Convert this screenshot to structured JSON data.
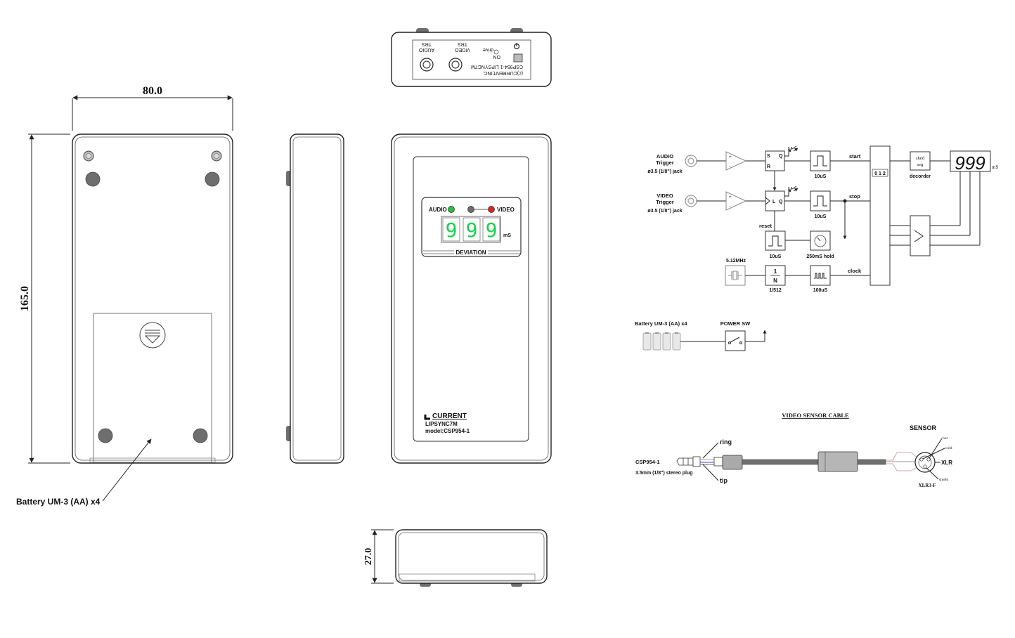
{
  "dimensions": {
    "width": "80.0",
    "height": "165.0",
    "depth": "27.0"
  },
  "callouts": {
    "battery": "Battery UM-3 (AA) x4"
  },
  "top_panel": {
    "copyright": "(c)CURRENT,INC.",
    "model": "CSP954-1 LIPSYNC7M",
    "on": "ON",
    "drive": "drive",
    "video_jack": [
      "VIDEO",
      "TRS"
    ],
    "audio_jack": [
      "AUDIO",
      "TRS"
    ]
  },
  "front_panel": {
    "audio_label": "AUDIO",
    "video_label": "VIDEO",
    "display": [
      "9",
      "9",
      "9"
    ],
    "unit": "mS",
    "deviation": "DEVIATION",
    "brand": "CURRENT",
    "product": "LIPSYNC7M",
    "model": "model:CSP954-1",
    "led_colors": {
      "audio": "#22c33a",
      "video": "#e0231c",
      "center": "#6e6e6e"
    }
  },
  "block_diagram": {
    "audio_input": [
      "AUDIO",
      "Trigger",
      "ø3.5 (1/8\") jack"
    ],
    "video_input": [
      "VIDEO",
      "Trigger",
      "ø3.5 (1/8\") jack"
    ],
    "sr_labels": [
      "S",
      "R",
      "Q"
    ],
    "latch_labels": [
      "L",
      "Q"
    ],
    "pulse_10us": "10uS",
    "start": "start",
    "stop": "stop",
    "reset": "reset",
    "hold": "250mS hold",
    "clock": "clock",
    "crystal": "5.12MHz",
    "divider": [
      "1",
      "N"
    ],
    "divider_label": "1/512",
    "pulse_100us": "100uS",
    "counter": "0 1 2",
    "decoder_box": [
      "shed",
      "seg"
    ],
    "decoder": "decorder",
    "display": "999",
    "unit": "mS"
  },
  "power": {
    "battery": "Battery UM-3 (AA) x4",
    "switch": "POWER SW"
  },
  "cable": {
    "title": "VIDEO SENSOR CABLE",
    "sensor": "SENSOR",
    "ring": "ring",
    "tip": "tip",
    "plug_model": "CSP954-1",
    "plug_desc": "3.5mm (1/8\") stereo plug",
    "hot": "hot",
    "cold": "cold",
    "xlr": "XLR",
    "shield": "shield",
    "xlr_model": "XLR3-F"
  }
}
